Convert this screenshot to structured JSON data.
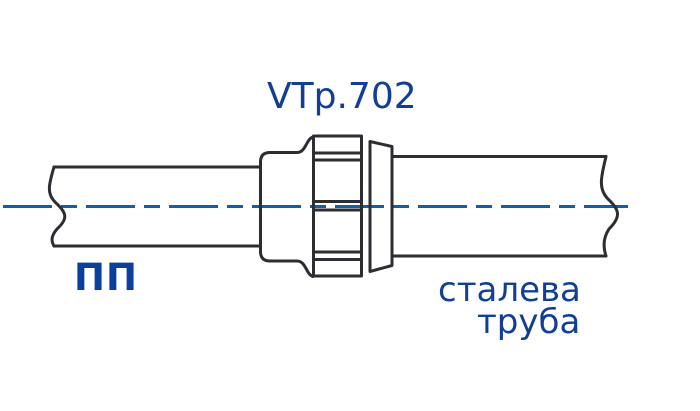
{
  "drawing": {
    "part_label": "VTp.702",
    "left_pipe_label": "ПП",
    "right_pipe_label_line1": "сталева",
    "right_pipe_label_line2": "труба"
  },
  "colors": {
    "label_text": "#123f94",
    "pp_label_text": "#0b3f9e",
    "centerline": "#0e5fae",
    "outline": "#2d2d33",
    "background": "#ffffff"
  }
}
